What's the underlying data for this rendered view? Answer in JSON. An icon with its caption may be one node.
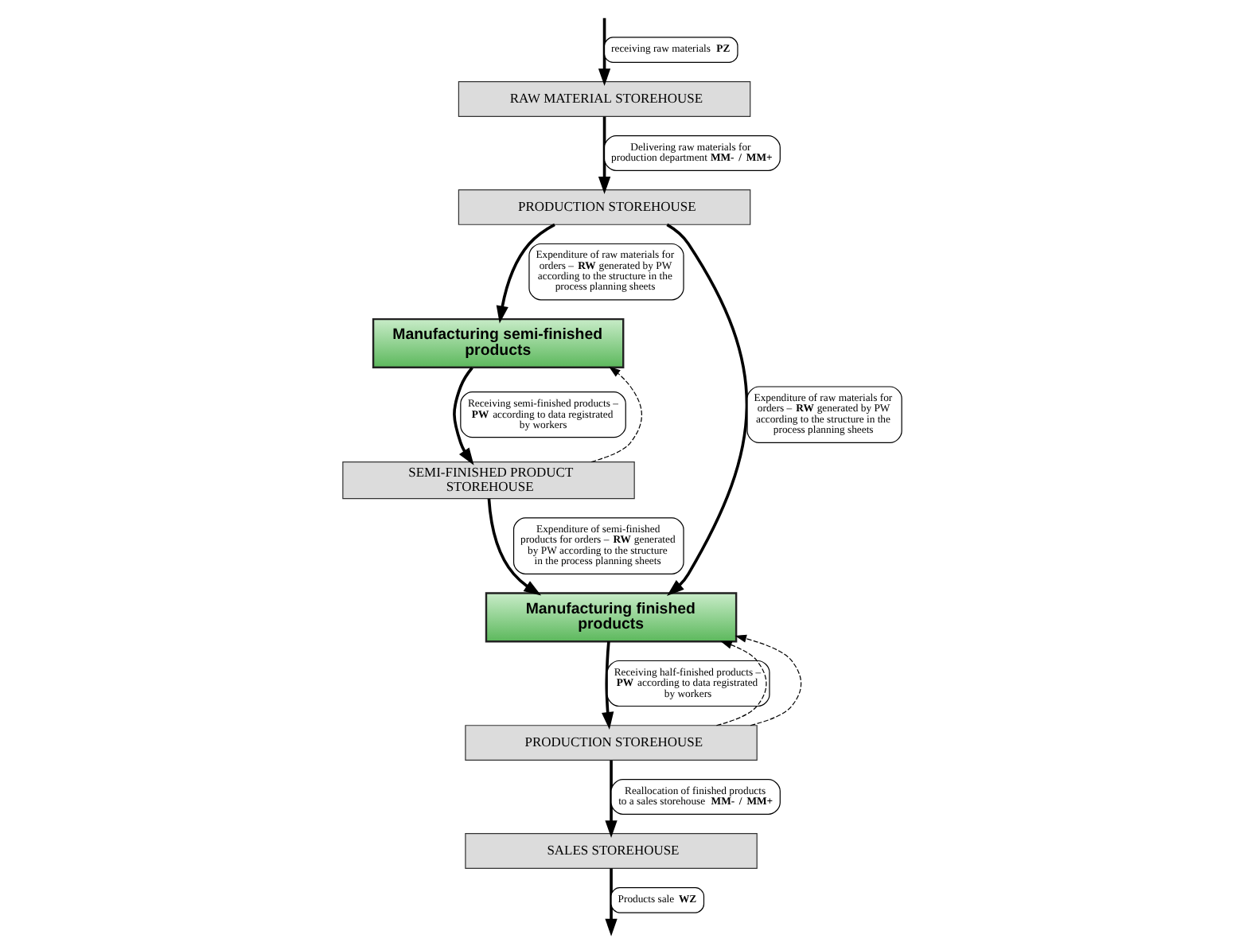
{
  "diagram": {
    "nodes": [
      {
        "text": [
          "RAW MATERIAL STOREHOUSE"
        ]
      },
      {
        "text": [
          "PRODUCTION STOREHOUSE"
        ]
      },
      {
        "text": [
          "Manufacturing semi-finished products"
        ]
      },
      {
        "text": [
          "SEMI-FINISHED PRODUCT STOREHOUSE"
        ]
      },
      {
        "text": [
          "Manufacturing finished products"
        ]
      },
      {
        "text": [
          "PRODUCTION STOREHOUSE"
        ]
      },
      {
        "text": [
          "SALES STOREHOUSE"
        ]
      }
    ],
    "edges": [
      {
        "from": null,
        "to": 0,
        "arrow": "to",
        "label": "receiving raw materials **PZ**"
      },
      {
        "from": 0,
        "to": 1,
        "arrow": "to",
        "label": "Delivering raw materials for production department **MM- / MM+**"
      },
      {
        "from": 1,
        "to": 2,
        "arrow": "to",
        "label": "Expenditure of raw materials for orders – **RW** generated by PW according to the structure in the process planning sheets"
      },
      {
        "from": 1,
        "to": 4,
        "arrow": "to",
        "label": "Expenditure of raw materials for orders – **RW** generated by PW according to the structure in the process planning sheets"
      },
      {
        "from": 2,
        "to": 3,
        "arrow": "to",
        "label": "Receiving semi-finished products – **PW** according to data registrated by workers"
      },
      {
        "from": 3,
        "to": 2,
        "arrow": "to",
        "style": "dashed"
      },
      {
        "from": 3,
        "to": 4,
        "arrow": "to",
        "label": "Expenditure of semi-finished products for orders – **RW** generated by PW according to the structure in the process planning sheets"
      },
      {
        "from": 4,
        "to": 5,
        "arrow": "to",
        "label": "Receiving half-finished products – **PW** according to data registrated by workers"
      },
      {
        "from": 5,
        "to": 4,
        "arrow": "to",
        "style": "dashed"
      },
      {
        "from": 5,
        "to": 4,
        "arrow": "to",
        "style": "dashed"
      },
      {
        "from": 5,
        "to": 6,
        "arrow": "to",
        "label": "Reallocation of finished products to a sales storehouse **MM- / MM+**"
      },
      {
        "from": 6,
        "to": null,
        "arrow": "to",
        "label": "Products sale **WZ**"
      }
    ]
  }
}
